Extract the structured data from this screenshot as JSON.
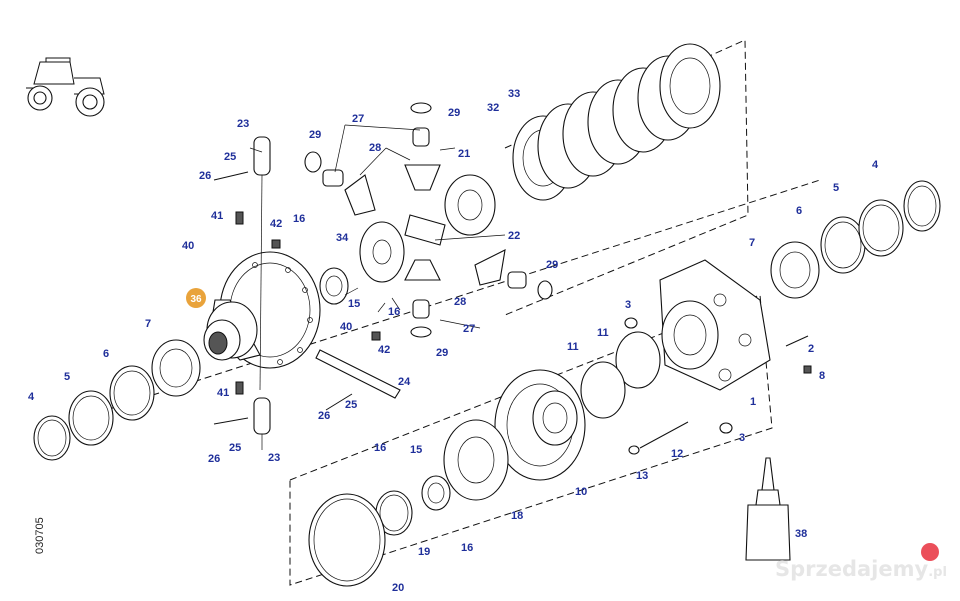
{
  "diagram": {
    "labels": {
      "p1": "1",
      "p2": "2",
      "p3a": "3",
      "p3b": "3",
      "p4a": "4",
      "p4b": "4",
      "p5a": "5",
      "p5b": "5",
      "p6a": "6",
      "p6b": "6",
      "p7a": "7",
      "p7b": "7",
      "p8": "8",
      "p10": "10",
      "p11a": "11",
      "p11b": "11",
      "p12": "12",
      "p13": "13",
      "p15a": "15",
      "p15b": "15",
      "p16a": "16",
      "p16b": "16",
      "p16c": "16",
      "p16d": "16",
      "p18": "18",
      "p19": "19",
      "p20": "20",
      "p21": "21",
      "p22": "22",
      "p23a": "23",
      "p23b": "23",
      "p24": "24",
      "p25a": "25",
      "p25b": "25",
      "p25c": "25",
      "p26a": "26",
      "p26b": "26",
      "p26c": "26",
      "p27a": "27",
      "p27b": "27",
      "p28a": "28",
      "p28b": "28",
      "p29a": "29",
      "p29b": "29",
      "p29c": "29",
      "p29d": "29",
      "p32": "32",
      "p33": "33",
      "p34": "34",
      "p36": "36",
      "p38": "38",
      "p40a": "40",
      "p40b": "40",
      "p41a": "41",
      "p41b": "41",
      "p42a": "42",
      "p42b": "42"
    },
    "drawing_code": "030705",
    "highlight_color": "#e9a33b",
    "label_color": "#1f2f9a"
  },
  "watermark": {
    "text": "Sprzedajemy",
    "suffix": ".pl",
    "badge_color": "#e8303d"
  }
}
